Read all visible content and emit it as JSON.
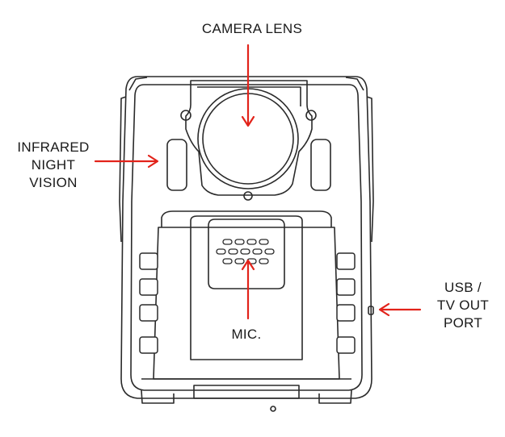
{
  "labels": {
    "camera_lens": "CAMERA LENS",
    "infrared": [
      "INFRARED",
      "NIGHT",
      "VISION"
    ],
    "mic": "MIC.",
    "usb": [
      "USB /",
      "TV OUT",
      "PORT"
    ]
  },
  "colors": {
    "arrow": "#e2231a",
    "outline": "#2a2a2a",
    "text": "#1a1a1a"
  }
}
